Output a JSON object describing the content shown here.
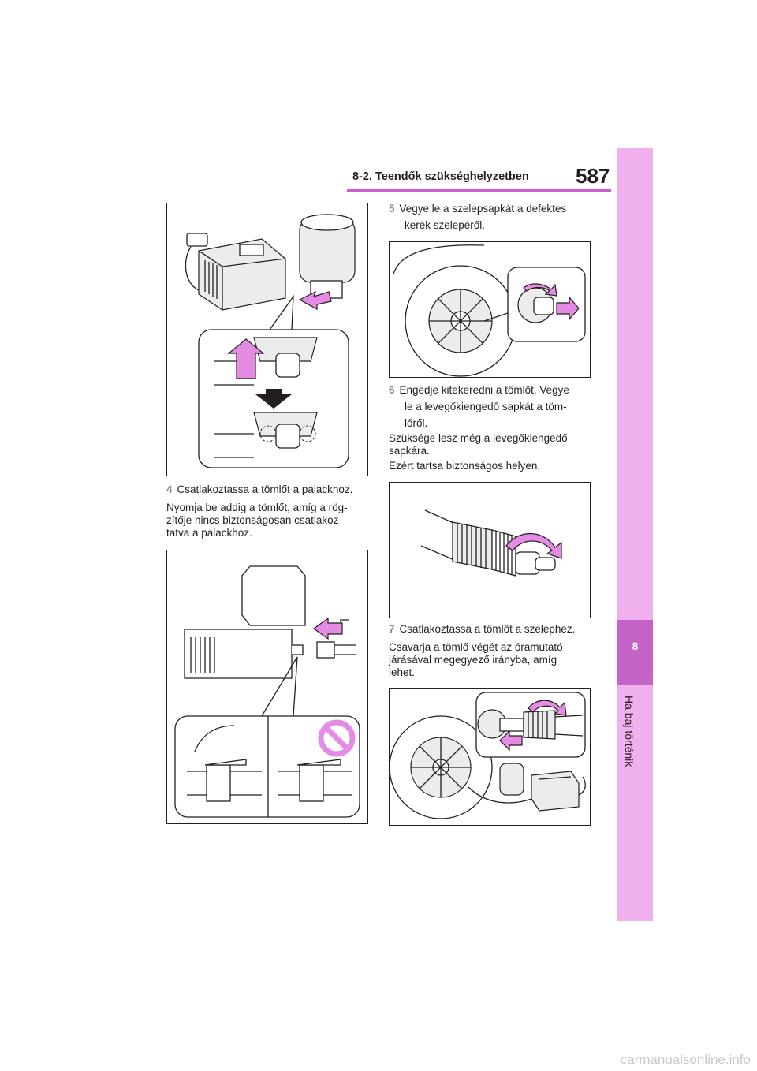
{
  "header": {
    "section": "8-2. Teendők szükséghelyzetben",
    "page_number": "587"
  },
  "side_tab": {
    "number": "8",
    "label": "Ha baj történik"
  },
  "steps": [
    {
      "num": "4",
      "text": "Csatlakoztassa a tömlőt a palackhoz."
    },
    {
      "num": "5",
      "line1": "Vegye le a szelepsapkát a defektes",
      "line2": "kerék szelepéről."
    },
    {
      "num": "6",
      "line1": "Engedje kitekeredni a tömlőt. Vegye",
      "line2": "le a levegőkiengedő sapkát a töm-",
      "line3": "lőről."
    },
    {
      "num": "7",
      "text": "Csatlakoztassa a tömlőt a szelephez."
    }
  ],
  "paragraphs": {
    "p4_l1": "Nyomja be addig a tömlőt, amíg a rög-",
    "p4_l2": "zítője nincs biztonságosan csatlakoz-",
    "p4_l3": "tatva a palackhoz.",
    "p6a_l1": "Szüksége lesz még a levegőkiengedő",
    "p6a_l2": "sapkára.",
    "p6b": "Ezért tartsa biztonságos helyen.",
    "p7_l1": "Csavarja a tömlő végét az óramutató",
    "p7_l2": "járásával megegyező irányba, amíg",
    "p7_l3": "lehet."
  },
  "colors": {
    "accent": "#c75dd0",
    "tab": "#efb0ed",
    "tab_dark": "#c462c6",
    "arrow": "#e58be3"
  },
  "icons": [
    "compressor-bottle-illustration",
    "valve-cap-illustration",
    "hose-connection-illustration",
    "air-release-cap-illustration",
    "valve-connection-illustration",
    "prohibition-icon"
  ],
  "watermark": "carmanualsonline.info"
}
